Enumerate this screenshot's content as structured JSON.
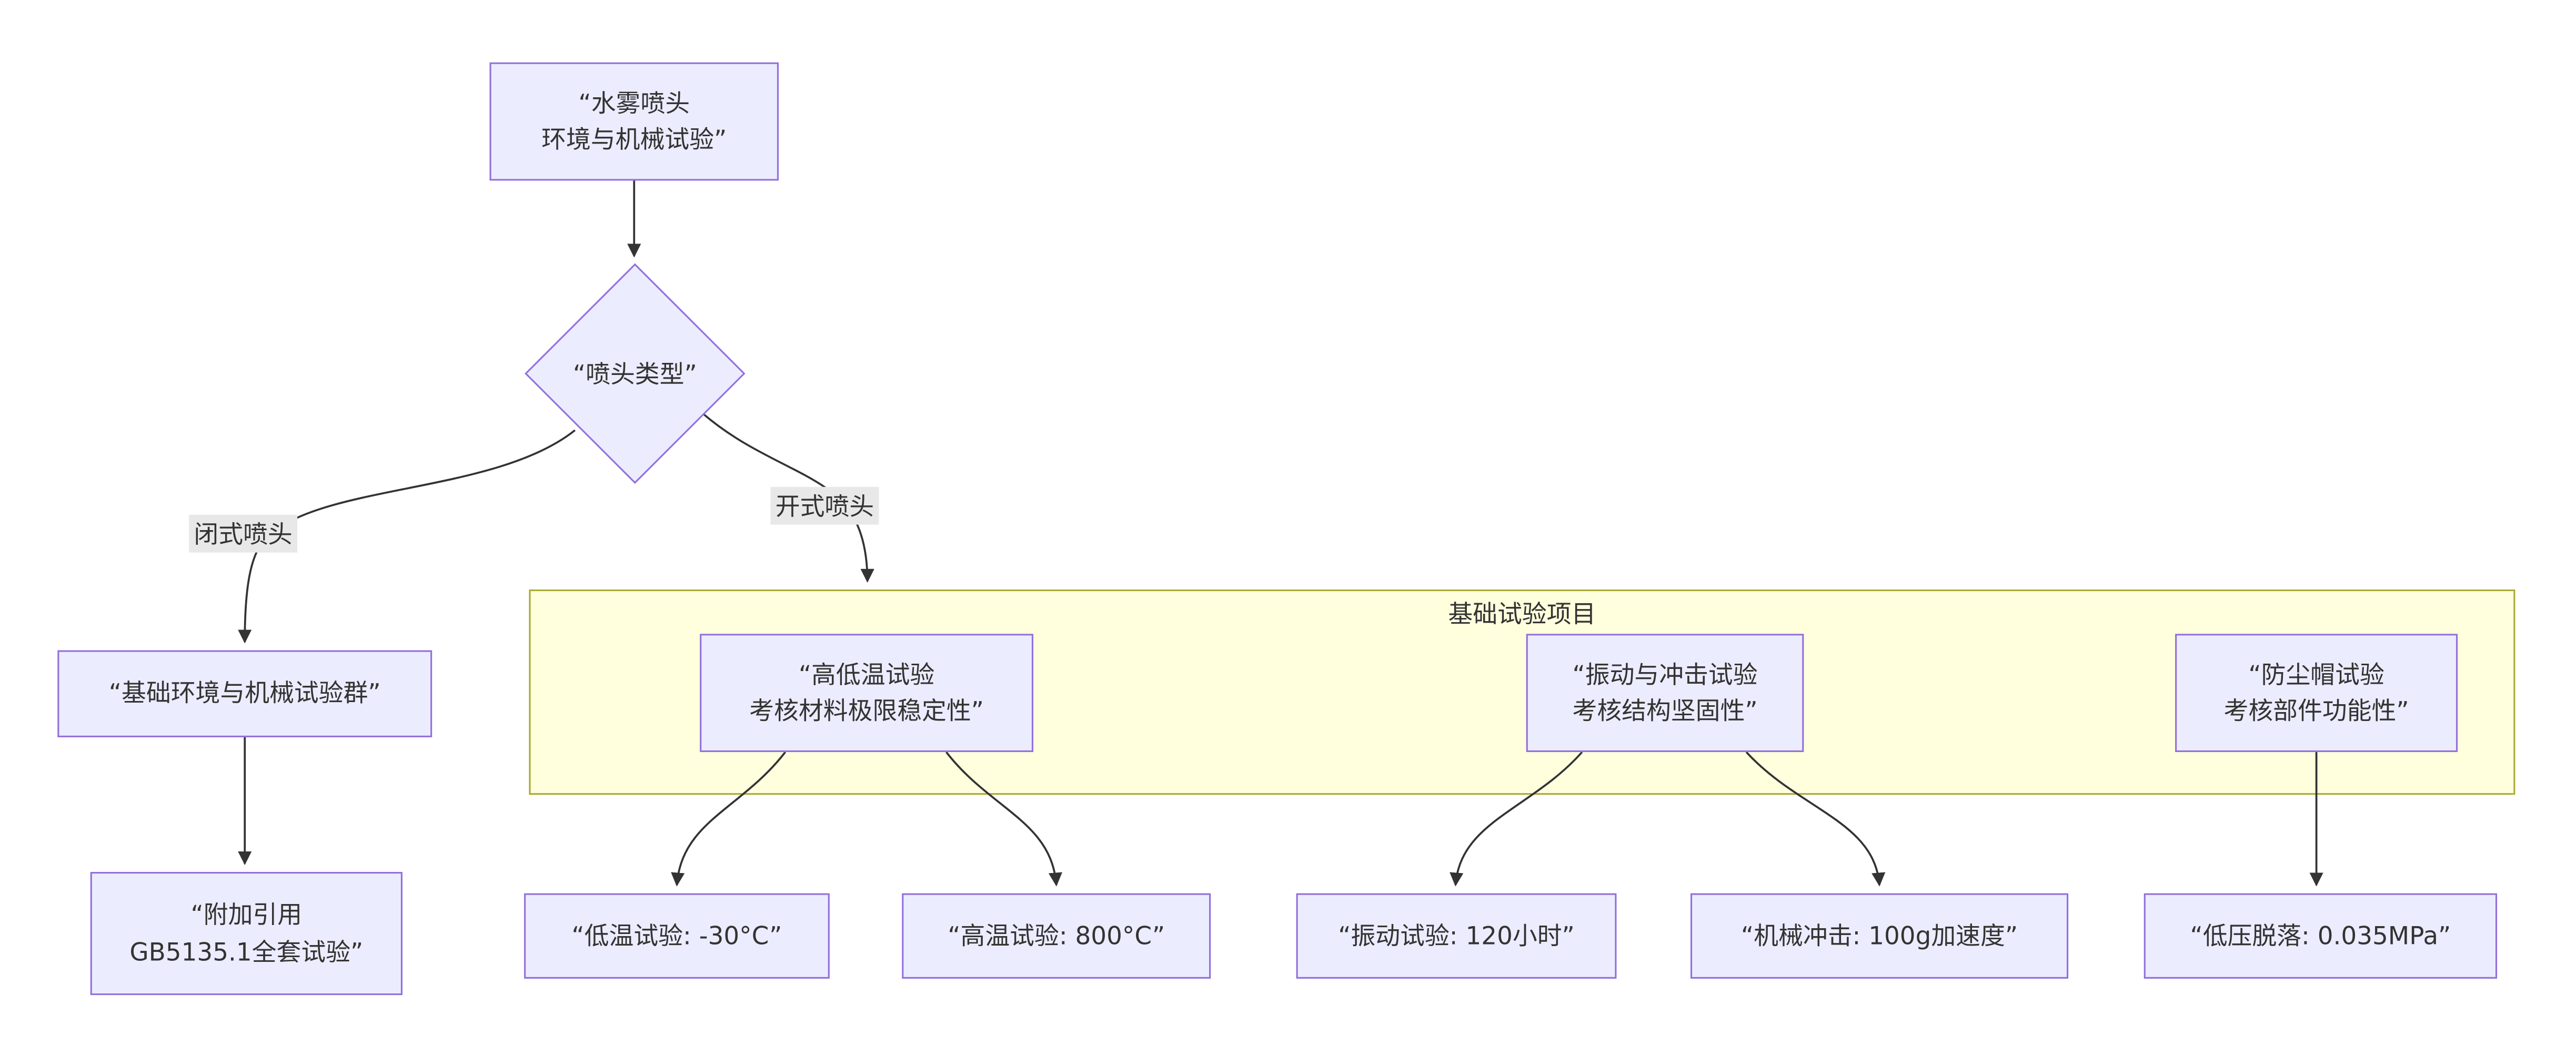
{
  "diagram": {
    "nodes": {
      "root": {
        "label": "“水雾喷头\n环境与机械试验”"
      },
      "type_decision": {
        "label": "“喷头类型”"
      },
      "closed_group": {
        "label": "“基础环境与机械试验群”"
      },
      "gb_ref": {
        "label": "“附加引用\nGB5135.1全套试验”"
      },
      "high_low_temp": {
        "label": "“高低温试验\n考核材料极限稳定性”"
      },
      "vibration_shock": {
        "label": "“振动与冲击试验\n考核结构坚固性”"
      },
      "dust_cap": {
        "label": "“防尘帽试验\n考核部件功能性”"
      },
      "low_temp": {
        "label": "“低温试验: -30°C”"
      },
      "high_temp": {
        "label": "“高温试验: 800°C”"
      },
      "vibration": {
        "label": "“振动试验: 120小时”"
      },
      "mech_shock": {
        "label": "“机械冲击: 100g加速度”"
      },
      "low_pressure": {
        "label": "“低压脱落: 0.035MPa”"
      }
    },
    "edge_labels": {
      "closed": "闭式喷头",
      "open": "开式喷头"
    },
    "subgraph": {
      "title": "基础试验项目"
    },
    "colors": {
      "node_fill": "#ECECFF",
      "node_border": "#9370DB",
      "cluster_fill": "#FFFFDE",
      "cluster_border": "#AAAA33",
      "edge": "#333333",
      "edge_label_bg": "#E8E8E8",
      "text": "#333333"
    }
  }
}
